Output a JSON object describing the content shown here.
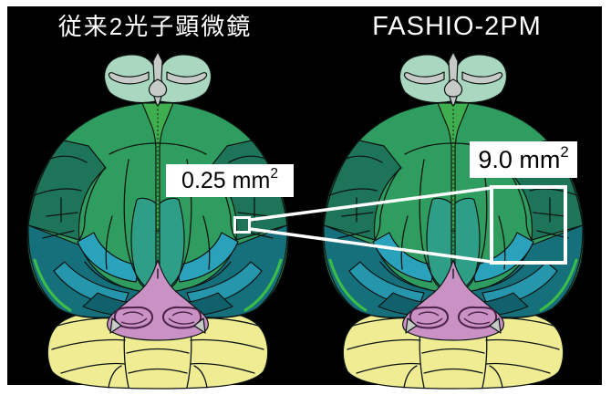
{
  "panels": {
    "left": {
      "title": "従来2光子顕微鏡",
      "roi_label": {
        "value": "0.25 mm",
        "sup": "2"
      },
      "roi_area_mm2": 0.25
    },
    "right": {
      "title": "FASHIO-2PM",
      "roi_label": {
        "value": "9.0 mm",
        "sup": "2"
      },
      "roi_area_mm2": 9.0
    }
  },
  "colors": {
    "frame_bg": "#ffffff",
    "canvas_bg": "#000000",
    "title_text": "#ffffff",
    "label_bg": "#ffffff",
    "label_text": "#000000",
    "roi_stroke": "#ffffff",
    "outline": "#0c1512",
    "ob_mint": "#a9d7bf",
    "ob_gray": "#c6cbc8",
    "frontal_green": "#2f9d5f",
    "bright_green": "#3fae4e",
    "lat_upper": "#1d7458",
    "lat_lower": "#15707b",
    "cyan_band": "#2aa2bc",
    "cyan_deep": "#2696ac",
    "dark_patch": "#10616b",
    "rsp_teal": "#2f9e86",
    "rim_green": "#3bbd48",
    "midbrain_pink": "#ca92c4",
    "pink_detail": "#4b2348",
    "cerebellum_yellow": "#efec94"
  }
}
